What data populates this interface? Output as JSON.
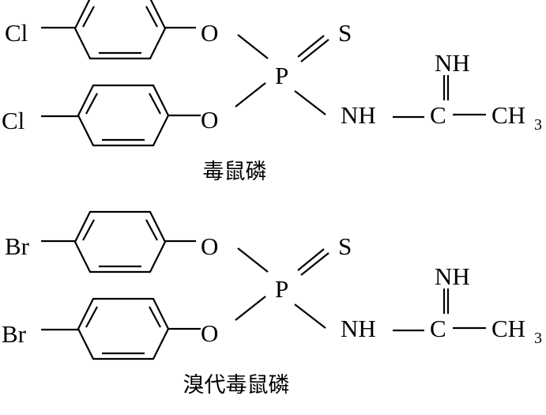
{
  "molecules": [
    {
      "halogen": "Cl",
      "oxygen": "O",
      "phosphorus": "P",
      "sulfur": "S",
      "amine": "NH",
      "carbon": "C",
      "imine": "NH",
      "methyl": "CH",
      "methyl_subscript": "3",
      "name": "毒鼠磷"
    },
    {
      "halogen": "Br",
      "oxygen": "O",
      "phosphorus": "P",
      "sulfur": "S",
      "amine": "NH",
      "carbon": "C",
      "imine": "NH",
      "methyl": "CH",
      "methyl_subscript": "3",
      "name": "溴代毒鼠磷"
    }
  ]
}
